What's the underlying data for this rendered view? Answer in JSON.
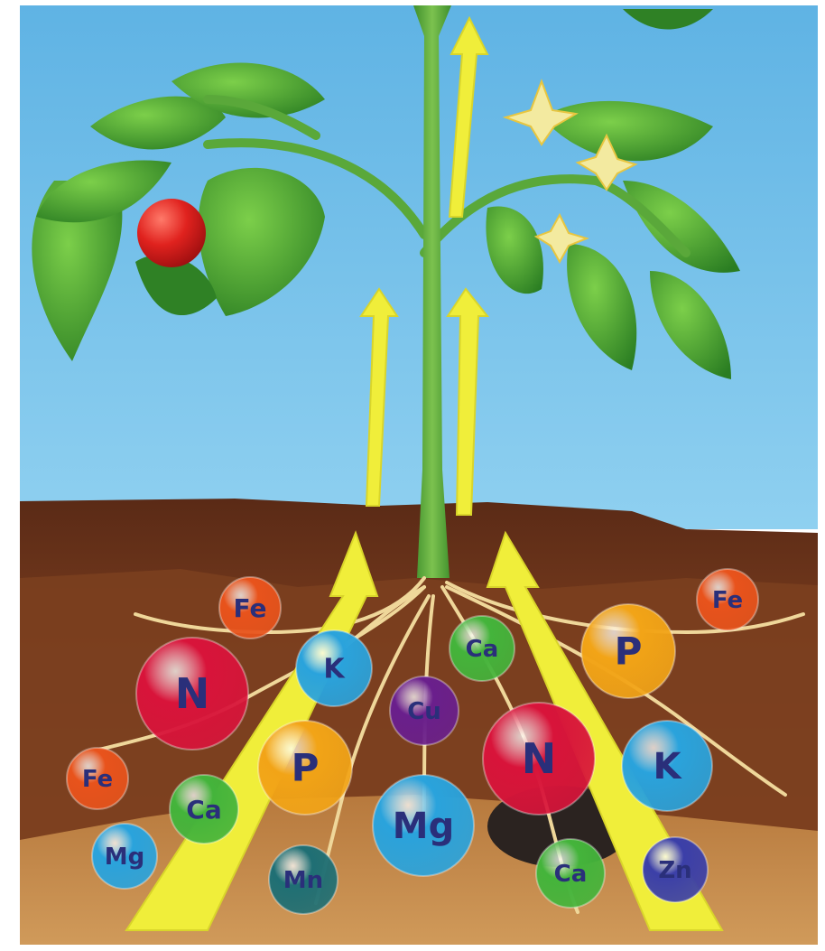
{
  "nutrients": [
    {
      "symbol": "Fe",
      "color": "#e8531c"
    },
    {
      "symbol": "N",
      "color": "#d8143a"
    },
    {
      "symbol": "K",
      "color": "#2aa3dc"
    },
    {
      "symbol": "Ca",
      "color": "#44b43b"
    },
    {
      "symbol": "Cu",
      "color": "#6a1f8c"
    },
    {
      "symbol": "P",
      "color": "#f2a417"
    },
    {
      "symbol": "Fe",
      "color": "#e8531c"
    },
    {
      "symbol": "Fe",
      "color": "#e8531c"
    },
    {
      "symbol": "P",
      "color": "#f2a417"
    },
    {
      "symbol": "N",
      "color": "#d8143a"
    },
    {
      "symbol": "K",
      "color": "#2aa3dc"
    },
    {
      "symbol": "Ca",
      "color": "#44b43b"
    },
    {
      "symbol": "Mg",
      "color": "#2aa3dc"
    },
    {
      "symbol": "Mg",
      "color": "#2aa3dc"
    },
    {
      "symbol": "Mn",
      "color": "#1f6f74"
    },
    {
      "symbol": "Ca",
      "color": "#44b43b"
    },
    {
      "symbol": "Zn",
      "color": "#3b3fa8"
    }
  ],
  "colors": {
    "sky": "#6dbde8",
    "soil_top": "#5c2c18",
    "soil_mid": "#8a4a22",
    "soil_low": "#b9753a",
    "stem": "#4fa53a",
    "leaf": "#3a9a2e",
    "arrow": "#f0ee3a",
    "root": "#f1d89a",
    "tomato": "#d81f1f"
  }
}
